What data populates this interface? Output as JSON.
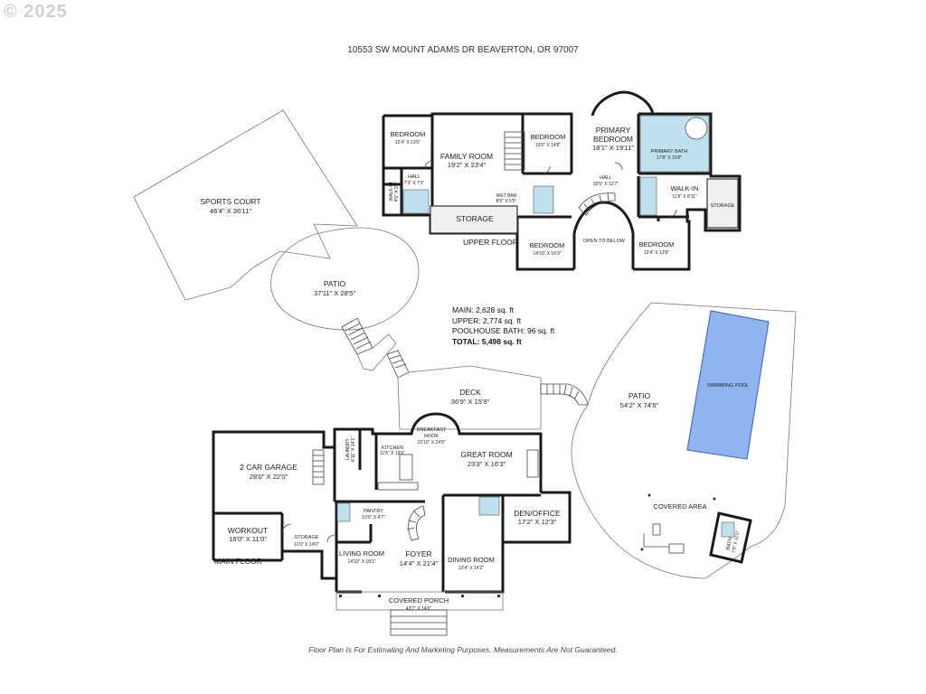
{
  "copyright": "© 2025",
  "address": "10553 SW MOUNT ADAMS DR BEAVERTON, OR 97007",
  "footer_note": "Floor Plan Is For Estimating And Marketing Purposes. Measurements Are Not Guaranteed.",
  "square_footage": {
    "main": "MAIN: 2,628 sq. ft",
    "upper": "UPPER: 2,774 sq. ft",
    "poolhouse": "POOLHOUSE BATH: 96 sq. ft",
    "total": "TOTAL: 5,498 sq. ft"
  },
  "floors": {
    "upper": "UPPER FLOOR",
    "main": "MAIN FLOOR"
  },
  "outdoor": {
    "sports_court": {
      "name": "SPORTS COURT",
      "dim": "46'4\" X 36'11\""
    },
    "patio_upper": {
      "name": "PATIO",
      "dim": "37'11\" X 28'5\""
    },
    "deck": {
      "name": "DECK",
      "dim": "36'9\" X 15'9\""
    },
    "patio_pool": {
      "name": "PATIO",
      "dim": "54'2\" X 74'6\""
    },
    "pool": {
      "name": "SWIMMING POOL"
    },
    "covered_area": {
      "name": "COVERED AREA"
    },
    "pool_bath": {
      "name": "BATH",
      "dim": "7'9\" X 11'5\""
    }
  },
  "upper_rooms": {
    "bedroom_1": {
      "name": "BEDROOM",
      "dim": "12'4\" X 13'0\""
    },
    "family_room": {
      "name": "FAMILY ROOM",
      "dim": "19'2\" X 23'4\""
    },
    "bedroom_2": {
      "name": "BEDROOM",
      "dim": "13'0\" X 14'8\""
    },
    "primary_bedroom": {
      "name": "PRIMARY",
      "name2": "BEDROOM",
      "dim": "18'1\" X 19'11\""
    },
    "primary_bath": {
      "name": "PRIMARY BATH",
      "dim": "17'8\" X 15'0\""
    },
    "walk_in_large": {
      "name": "WALK-IN",
      "dim": "11'8\" X 8'11\""
    },
    "storage_right": {
      "name": "STORAGE"
    },
    "hall_small": {
      "name": "HALL",
      "dim": "7'3\" X 7'3\""
    },
    "walk_in_small": {
      "name": "WALK-IN",
      "dim": "4'5\" X 9'1\""
    },
    "wet_bar": {
      "name": "WET BAR",
      "dim": "8'6\" X 5'5\""
    },
    "hall_main": {
      "name": "HALL",
      "dim": "20'5\" X 12'7\""
    },
    "storage_left": {
      "name": "STORAGE"
    },
    "bedroom_3": {
      "name": "BEDROOM",
      "dim": "14'10\" X 16'3\""
    },
    "open_below": {
      "name": "OPEN TO BELOW"
    },
    "bedroom_4": {
      "name": "BEDROOM",
      "dim": "13'4\" X 13'9\""
    }
  },
  "main_rooms": {
    "garage": {
      "name": "2 CAR GARAGE",
      "dim": "28'0\" X 22'0\""
    },
    "laundry": {
      "name": "LAUNDRY",
      "dim": "8'11\" X 14'1\""
    },
    "kitchen": {
      "name": "KITCHEN",
      "dim": "11'5\" X 19'6\""
    },
    "breakfast": {
      "name": "BREAKFAST",
      "name2": "NOOK",
      "dim": "10'10\" X 24'9\""
    },
    "great_room": {
      "name": "GREAT ROOM",
      "dim": "23'3\" X 16'3\""
    },
    "workout": {
      "name": "WORKOUT",
      "dim": "18'0\" X 11'0\""
    },
    "storage": {
      "name": "STORAGE",
      "dim": "11'0\" X 14'0\""
    },
    "pantry": {
      "name": "PANTRY",
      "dim": "13'0\" X 4'7\""
    },
    "den": {
      "name": "DEN/OFFICE",
      "dim": "17'2\" X 12'3\""
    },
    "living_room": {
      "name": "LIVING ROOM",
      "dim": "14'10\" X 18'1\""
    },
    "foyer": {
      "name": "FOYER",
      "dim": "14'4\" X 21'4\""
    },
    "dining_room": {
      "name": "DINING ROOM",
      "dim": "13'4\" X 14'2\""
    },
    "covered_porch": {
      "name": "COVERED PORCH",
      "dim": "43'7\" X 14'6\""
    }
  }
}
